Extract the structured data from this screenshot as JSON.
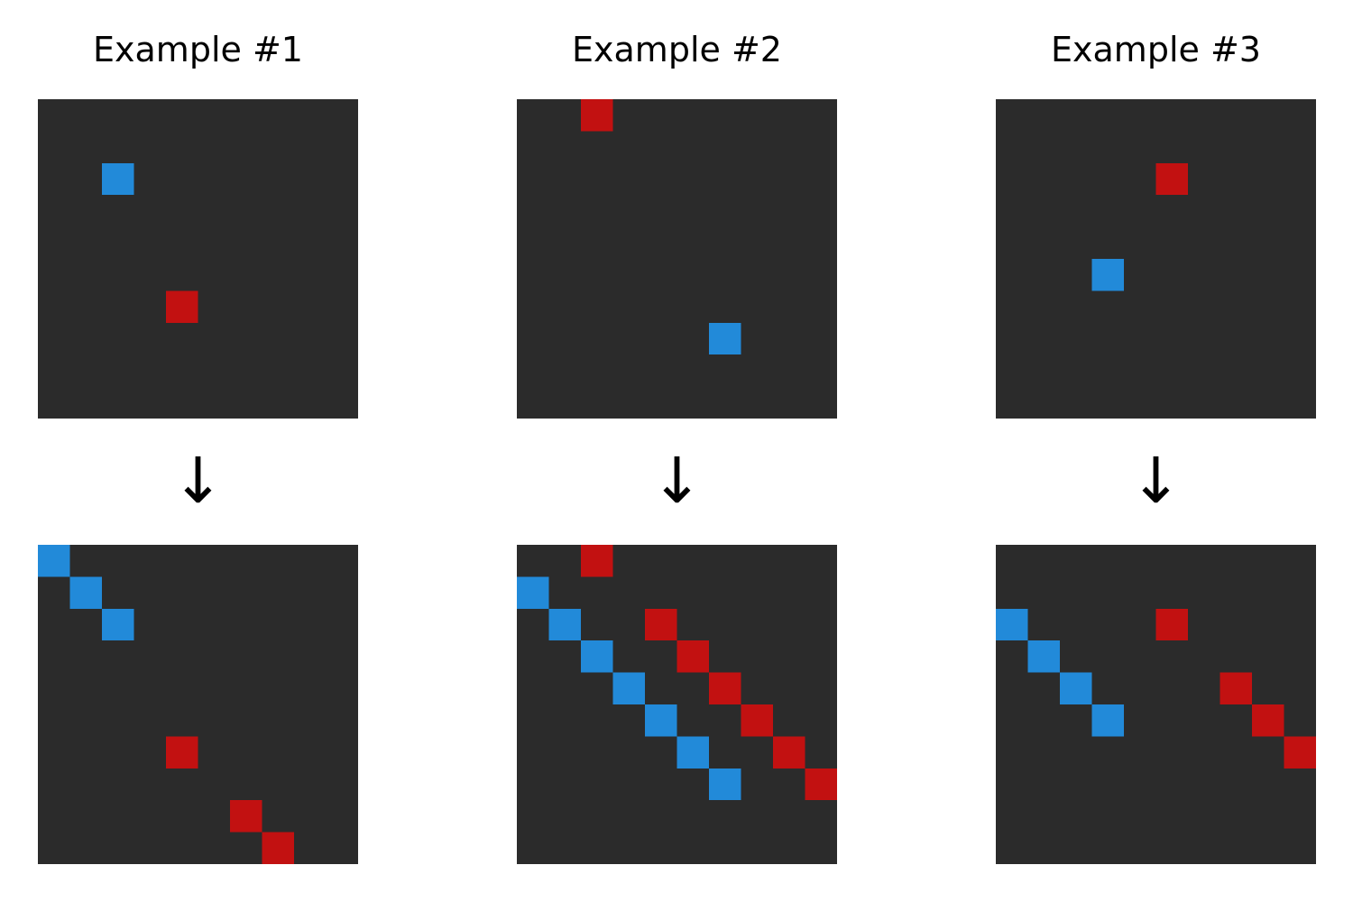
{
  "colors": {
    "background": "#2b2b2b",
    "blue": "#228ad9",
    "red": "#c21111",
    "page": "#ffffff"
  },
  "grid_size": 10,
  "arrow_glyph": "↓",
  "arrow_icon": "down-arrow-icon",
  "examples": [
    {
      "title": "Example #1",
      "input": [
        {
          "row": 2,
          "col": 2,
          "color": "blue"
        },
        {
          "row": 6,
          "col": 4,
          "color": "red"
        }
      ],
      "output": [
        {
          "row": 0,
          "col": 0,
          "color": "blue"
        },
        {
          "row": 1,
          "col": 1,
          "color": "blue"
        },
        {
          "row": 2,
          "col": 2,
          "color": "blue"
        },
        {
          "row": 6,
          "col": 4,
          "color": "red"
        },
        {
          "row": 8,
          "col": 6,
          "color": "red"
        },
        {
          "row": 9,
          "col": 7,
          "color": "red"
        }
      ]
    },
    {
      "title": "Example #2",
      "input": [
        {
          "row": 0,
          "col": 2,
          "color": "red"
        },
        {
          "row": 7,
          "col": 6,
          "color": "blue"
        }
      ],
      "output": [
        {
          "row": 0,
          "col": 2,
          "color": "red"
        },
        {
          "row": 2,
          "col": 4,
          "color": "red"
        },
        {
          "row": 3,
          "col": 5,
          "color": "red"
        },
        {
          "row": 4,
          "col": 6,
          "color": "red"
        },
        {
          "row": 5,
          "col": 7,
          "color": "red"
        },
        {
          "row": 6,
          "col": 8,
          "color": "red"
        },
        {
          "row": 7,
          "col": 9,
          "color": "red"
        },
        {
          "row": 1,
          "col": 0,
          "color": "blue"
        },
        {
          "row": 2,
          "col": 1,
          "color": "blue"
        },
        {
          "row": 3,
          "col": 2,
          "color": "blue"
        },
        {
          "row": 4,
          "col": 3,
          "color": "blue"
        },
        {
          "row": 5,
          "col": 4,
          "color": "blue"
        },
        {
          "row": 6,
          "col": 5,
          "color": "blue"
        },
        {
          "row": 7,
          "col": 6,
          "color": "blue"
        }
      ]
    },
    {
      "title": "Example #3",
      "input": [
        {
          "row": 2,
          "col": 5,
          "color": "red"
        },
        {
          "row": 5,
          "col": 3,
          "color": "blue"
        }
      ],
      "output": [
        {
          "row": 2,
          "col": 5,
          "color": "red"
        },
        {
          "row": 4,
          "col": 7,
          "color": "red"
        },
        {
          "row": 5,
          "col": 8,
          "color": "red"
        },
        {
          "row": 6,
          "col": 9,
          "color": "red"
        },
        {
          "row": 2,
          "col": 0,
          "color": "blue"
        },
        {
          "row": 3,
          "col": 1,
          "color": "blue"
        },
        {
          "row": 4,
          "col": 2,
          "color": "blue"
        },
        {
          "row": 5,
          "col": 3,
          "color": "blue"
        }
      ]
    }
  ]
}
